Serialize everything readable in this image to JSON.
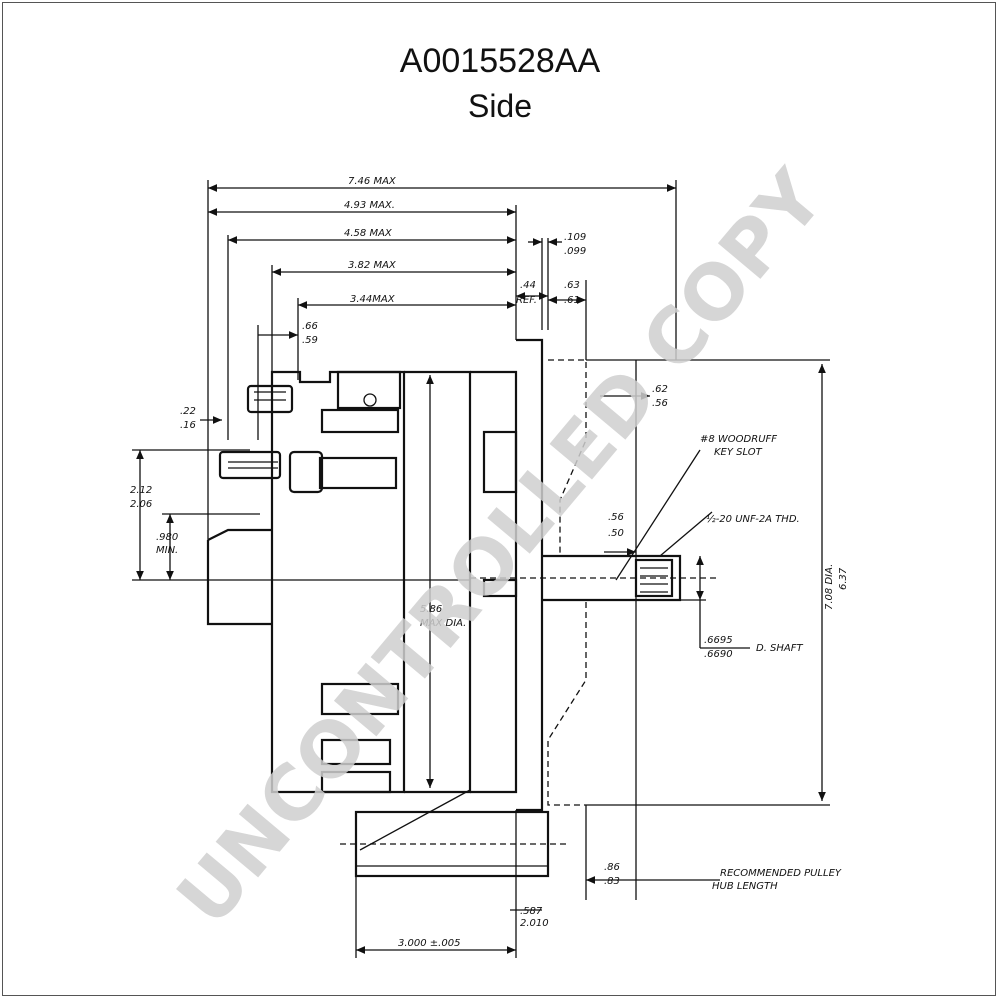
{
  "header": {
    "part_number": "A0015528AA",
    "view": "Side"
  },
  "dimensions": {
    "overall_max": "7.46 MAX",
    "d493": "4.93 MAX.",
    "d458": "4.58 MAX",
    "d382": "3.82 MAX",
    "d344": "3.44MAX",
    "d109": ".109",
    "d099": ".099",
    "d44": ".44",
    "ref": "REF.",
    "d63": ".63",
    "d61": ".61",
    "d66": ".66",
    "d59": ".59",
    "d22": ".22",
    "d16": ".16",
    "d212": "2.12",
    "d206": "2.06",
    "d980": ".980",
    "min": "MIN.",
    "d62": ".62",
    "d56": ".56",
    "d56b": ".56",
    "d50": ".50",
    "woodruff1": "#8 WOODRUFF",
    "woodruff2": "KEY SLOT",
    "thread": "½-20 UNF-2A THD.",
    "d6695": ".6695",
    "d6690": ".6690",
    "shaft": "D. SHAFT",
    "dia708": "7.08 DIA.",
    "dia637": "6.37",
    "d586": "5.86",
    "max_dia": "MAX DIA.",
    "d86": ".86",
    "d83": ".83",
    "pulley1": "RECOMMENDED PULLEY",
    "pulley2": "HUB LENGTH",
    "d587": ".587",
    "d2010": "2.010",
    "d3000": "3.000 ±.005"
  },
  "watermark": "UNCONTROLLED COPY"
}
